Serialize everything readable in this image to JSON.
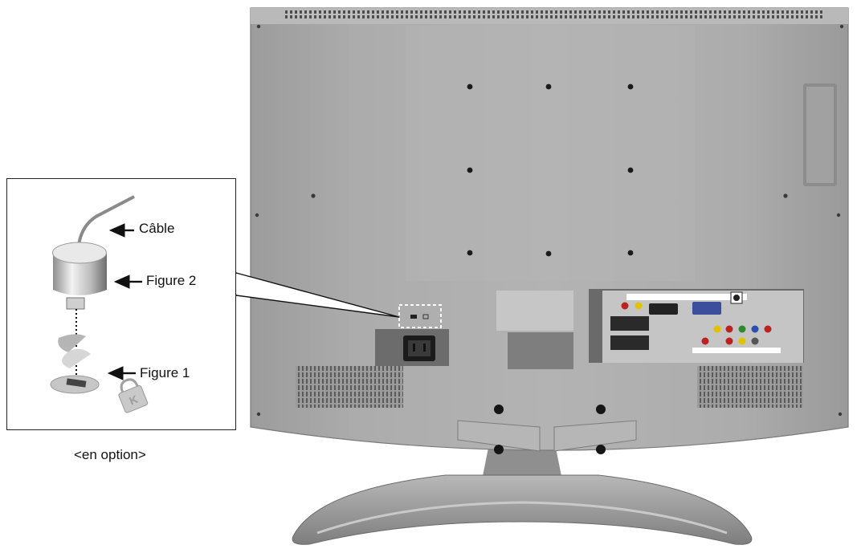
{
  "labels": {
    "cable": "Câble",
    "figure2": "Figure 2",
    "figure1": "Figure 1",
    "optional": "<en option>"
  },
  "lock_letter": "K",
  "colors": {
    "tv_body": "#a9a9a9",
    "tv_body_dark": "#8e8e8e",
    "panel": "#6f6f6f",
    "stand": "#9a9a9a",
    "line": "#111111"
  }
}
